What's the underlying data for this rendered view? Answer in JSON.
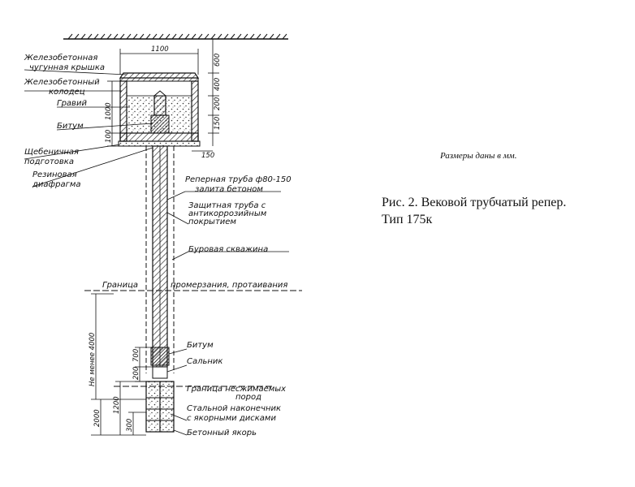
{
  "labels": {
    "cover_l1": "Железобетонная",
    "cover_l2": "чугунная крышка",
    "well_l1": "Железобетонный",
    "well_l2": "колодец",
    "gravel": "Гравий",
    "bitumen_top": "Битум",
    "rubble_l1": "Щебеничная",
    "rubble_l2": "подготовка",
    "rubber_l1": "Резиновая",
    "rubber_l2": "диафрагма",
    "pipe_l1": "Реперная труба ф80-150",
    "pipe_l2": "залита бетоном",
    "prot_l1": "Защитная труба с",
    "prot_l2": "антикоррозийным",
    "prot_l3": "покрытием",
    "borehole": "Буровая скважина",
    "boundary_a": "Граница",
    "boundary_b": "промерзания, протаивания",
    "bitumen_bottom": "Битум",
    "gland": "Сальник",
    "nonheave_l1": "Граница несжимаемых",
    "nonheave_l2": "пород",
    "tip_l1": "Стальной наконечник",
    "tip_l2": "с якорными дисками",
    "anchor": "Бетонный якорь"
  },
  "dims": {
    "width_1100": "1100",
    "d600": "600",
    "d400": "400",
    "d200": "200",
    "d150_side": "150",
    "d1000": "1000",
    "d100": "100",
    "d150_bottom": "150",
    "d4000": "Не менее 4000",
    "d700": "700",
    "d200_low": "200",
    "d2000": "2000",
    "d1200": "1200",
    "d300": "300"
  },
  "caption": {
    "note": "Размеры даны в мм.",
    "line1": "Рис. 2. Вековой трубчатый репер.",
    "line2": "Тип 175к"
  }
}
